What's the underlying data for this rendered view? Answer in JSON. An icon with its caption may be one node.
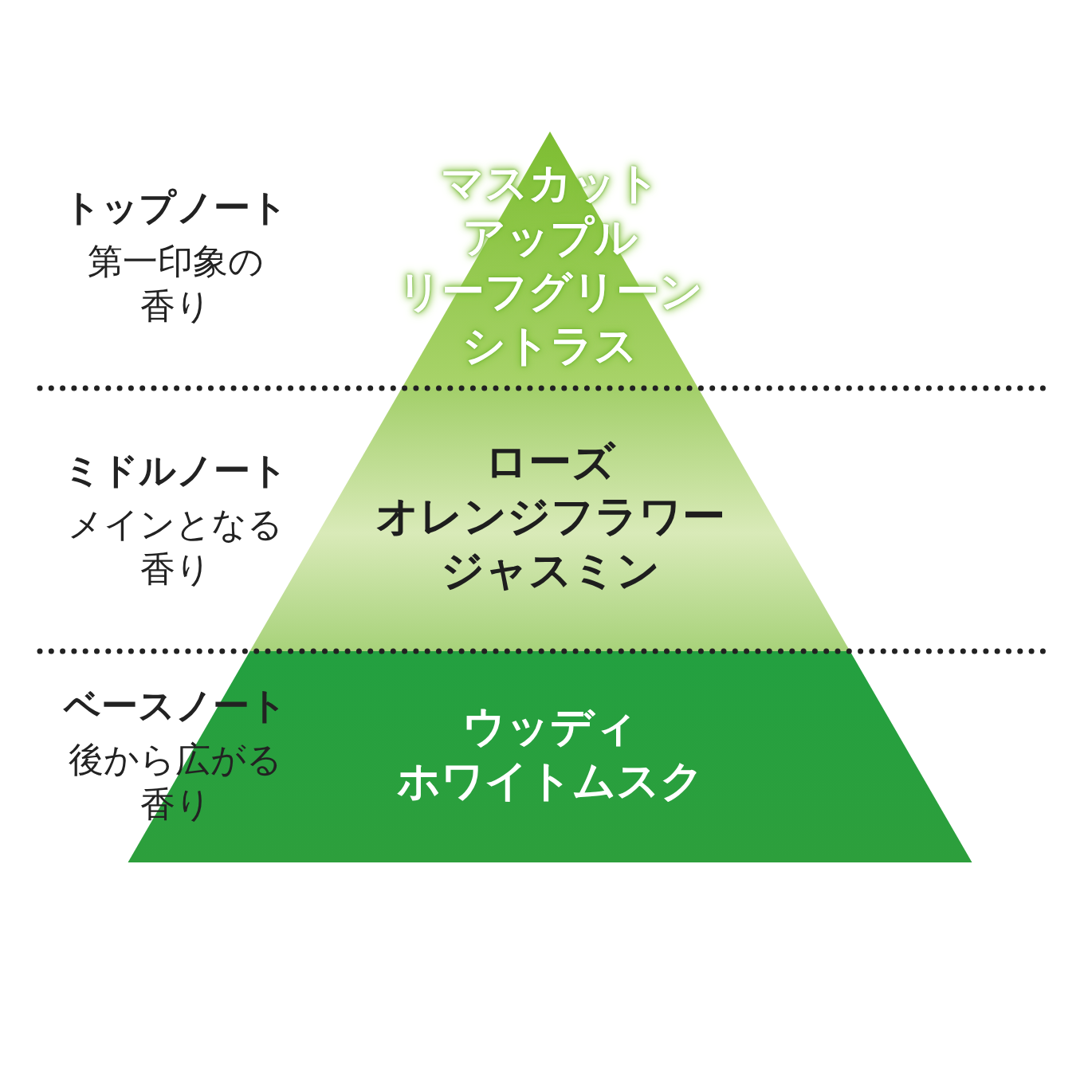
{
  "diagram": {
    "nodes": [
      {
        "text": [
          "マスカット",
          "アップル",
          "リーフグリーン",
          "シトラス"
        ],
        "beside": [
          "トップノート",
          "第一印象の香り"
        ]
      },
      {
        "text": [
          "ローズ",
          "オレンジフラワー",
          "ジャスミン"
        ],
        "beside": [
          "ミドルノート",
          "メインとなる香り"
        ]
      },
      {
        "text": [
          "ウッディ",
          "ホワイトムスク"
        ],
        "beside": [
          "ベースノート",
          "後から広がる香り"
        ]
      }
    ]
  }
}
